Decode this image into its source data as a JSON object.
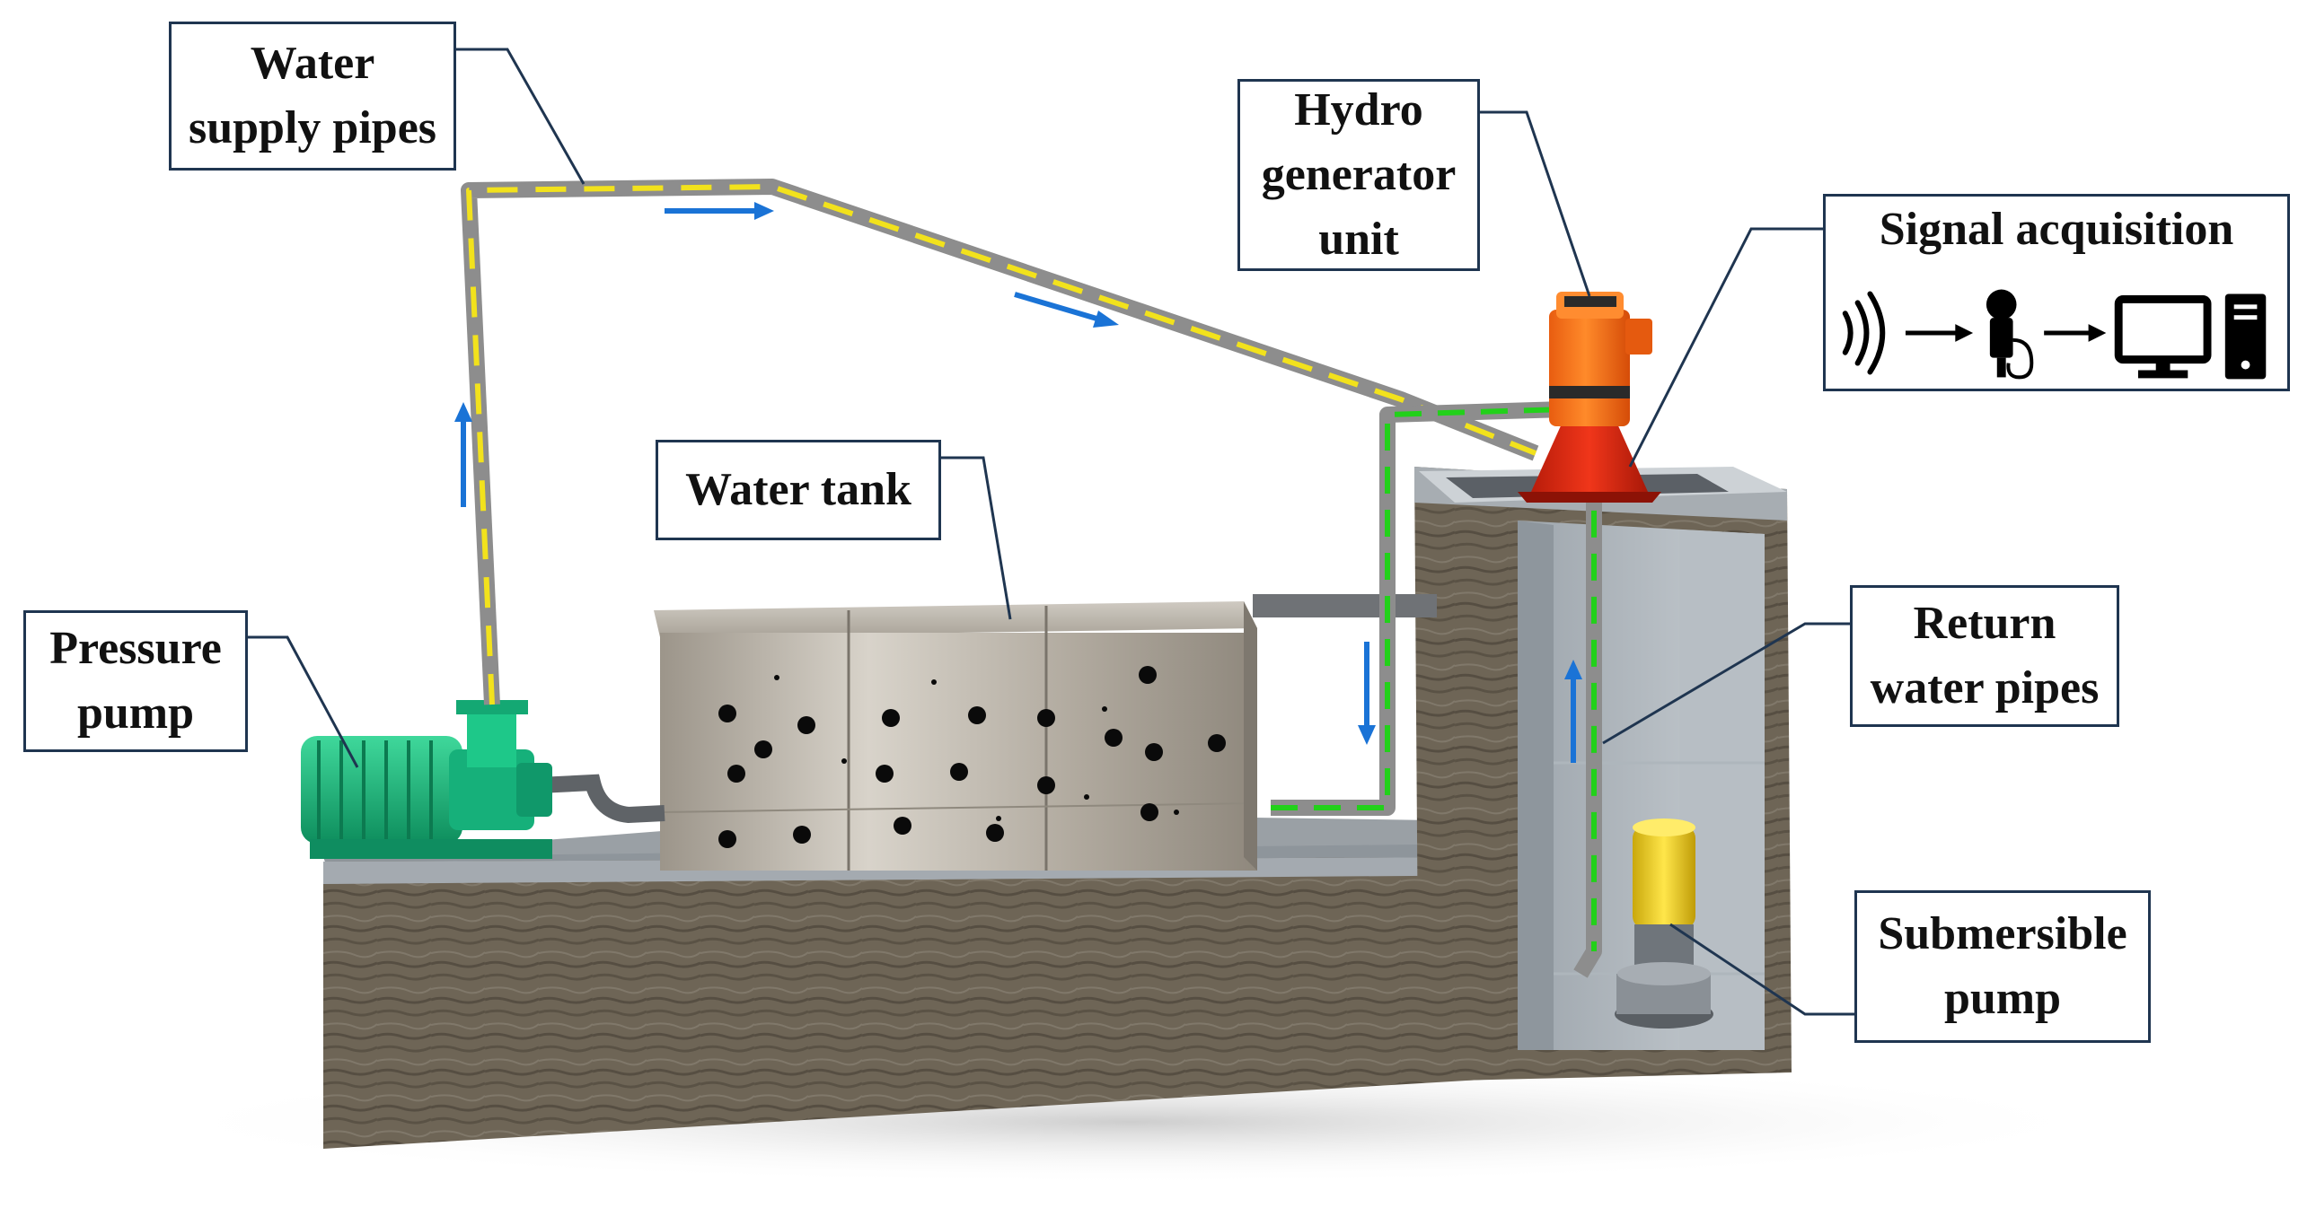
{
  "labels": {
    "water_supply_pipes": [
      "Water",
      "supply pipes"
    ],
    "hydro_generator_unit": [
      "Hydro",
      "generator",
      "unit"
    ],
    "signal_acquisition": "Signal acquisition",
    "water_tank": "Water tank",
    "pressure_pump": [
      "Pressure",
      "pump"
    ],
    "return_water_pipes": [
      "Return",
      "water pipes"
    ],
    "submersible_pump": [
      "Submersible",
      "pump"
    ]
  },
  "signal_chain_icons": [
    "sound-wave-icon",
    "arrow-right-icon",
    "microphone-sensor-icon",
    "arrow-right-icon",
    "monitor-icon",
    "computer-tower-icon"
  ],
  "colors": {
    "supply_dash": "#f2e21c",
    "return_dash": "#22d11a",
    "pipe": "#8d8d8d",
    "flow_arrow": "#1a73d6",
    "pressure_pump": "#17b980",
    "generator_top": "#ff7a1a",
    "generator_base": "#e02a12",
    "submersible_pump": "#f0d21a",
    "soil": "#6b6253",
    "tank": "#b9b3a8",
    "label_border": "#1f3550"
  }
}
